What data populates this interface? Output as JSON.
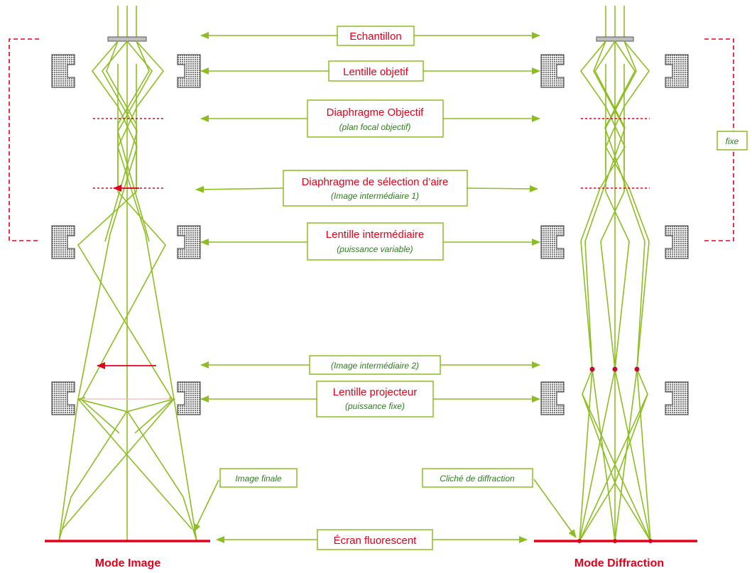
{
  "colors": {
    "ray": "#8cbe21",
    "label": "#e2001a",
    "sublabel": "#2e7d1e",
    "lens": "#6d6d6d"
  },
  "labels": {
    "sample": "Echantillon",
    "objective_lens": "Lentille objetif",
    "objective_aperture": "Diaphragme Objectif",
    "objective_aperture_sub": "(plan focal objectif)",
    "sad_aperture": "Diaphragme de sélection d’aire",
    "sad_aperture_sub": "(Image intermédiaire 1)",
    "intermediate_lens": "Lentille intermédiaire",
    "intermediate_lens_sub": "(puissance variable)",
    "intermediate_image_2": "(Image intermédiaire 2)",
    "projector_lens": "Lentille projecteur",
    "projector_lens_sub": "(puissance fixe)",
    "final_image": "Image finale",
    "diffraction_pattern": "Cliché de diffraction",
    "screen": "Écran fluorescent",
    "fixed": "fixe"
  },
  "modes": {
    "image": "Mode Image",
    "diffraction": "Mode Diffraction"
  },
  "icons": [
    "lens-pole-piece-icon",
    "double-arrow-icon",
    "red-arrow-icon",
    "dashed-bracket-icon",
    "focal-point-dot-icon"
  ]
}
